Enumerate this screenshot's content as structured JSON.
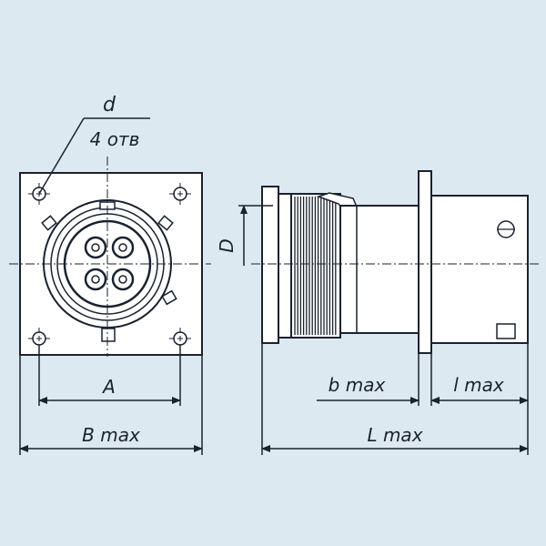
{
  "labels": {
    "hole_diameter": "d",
    "hole_count": "4 отв",
    "diameter_D": "D",
    "dim_A": "A",
    "dim_B": "B max",
    "dim_b": "b max",
    "dim_l": "l max",
    "dim_L": "L max"
  },
  "colors": {
    "background": "#dde9f0",
    "ink": "#1a2230",
    "body_fill": "#ffffff"
  }
}
